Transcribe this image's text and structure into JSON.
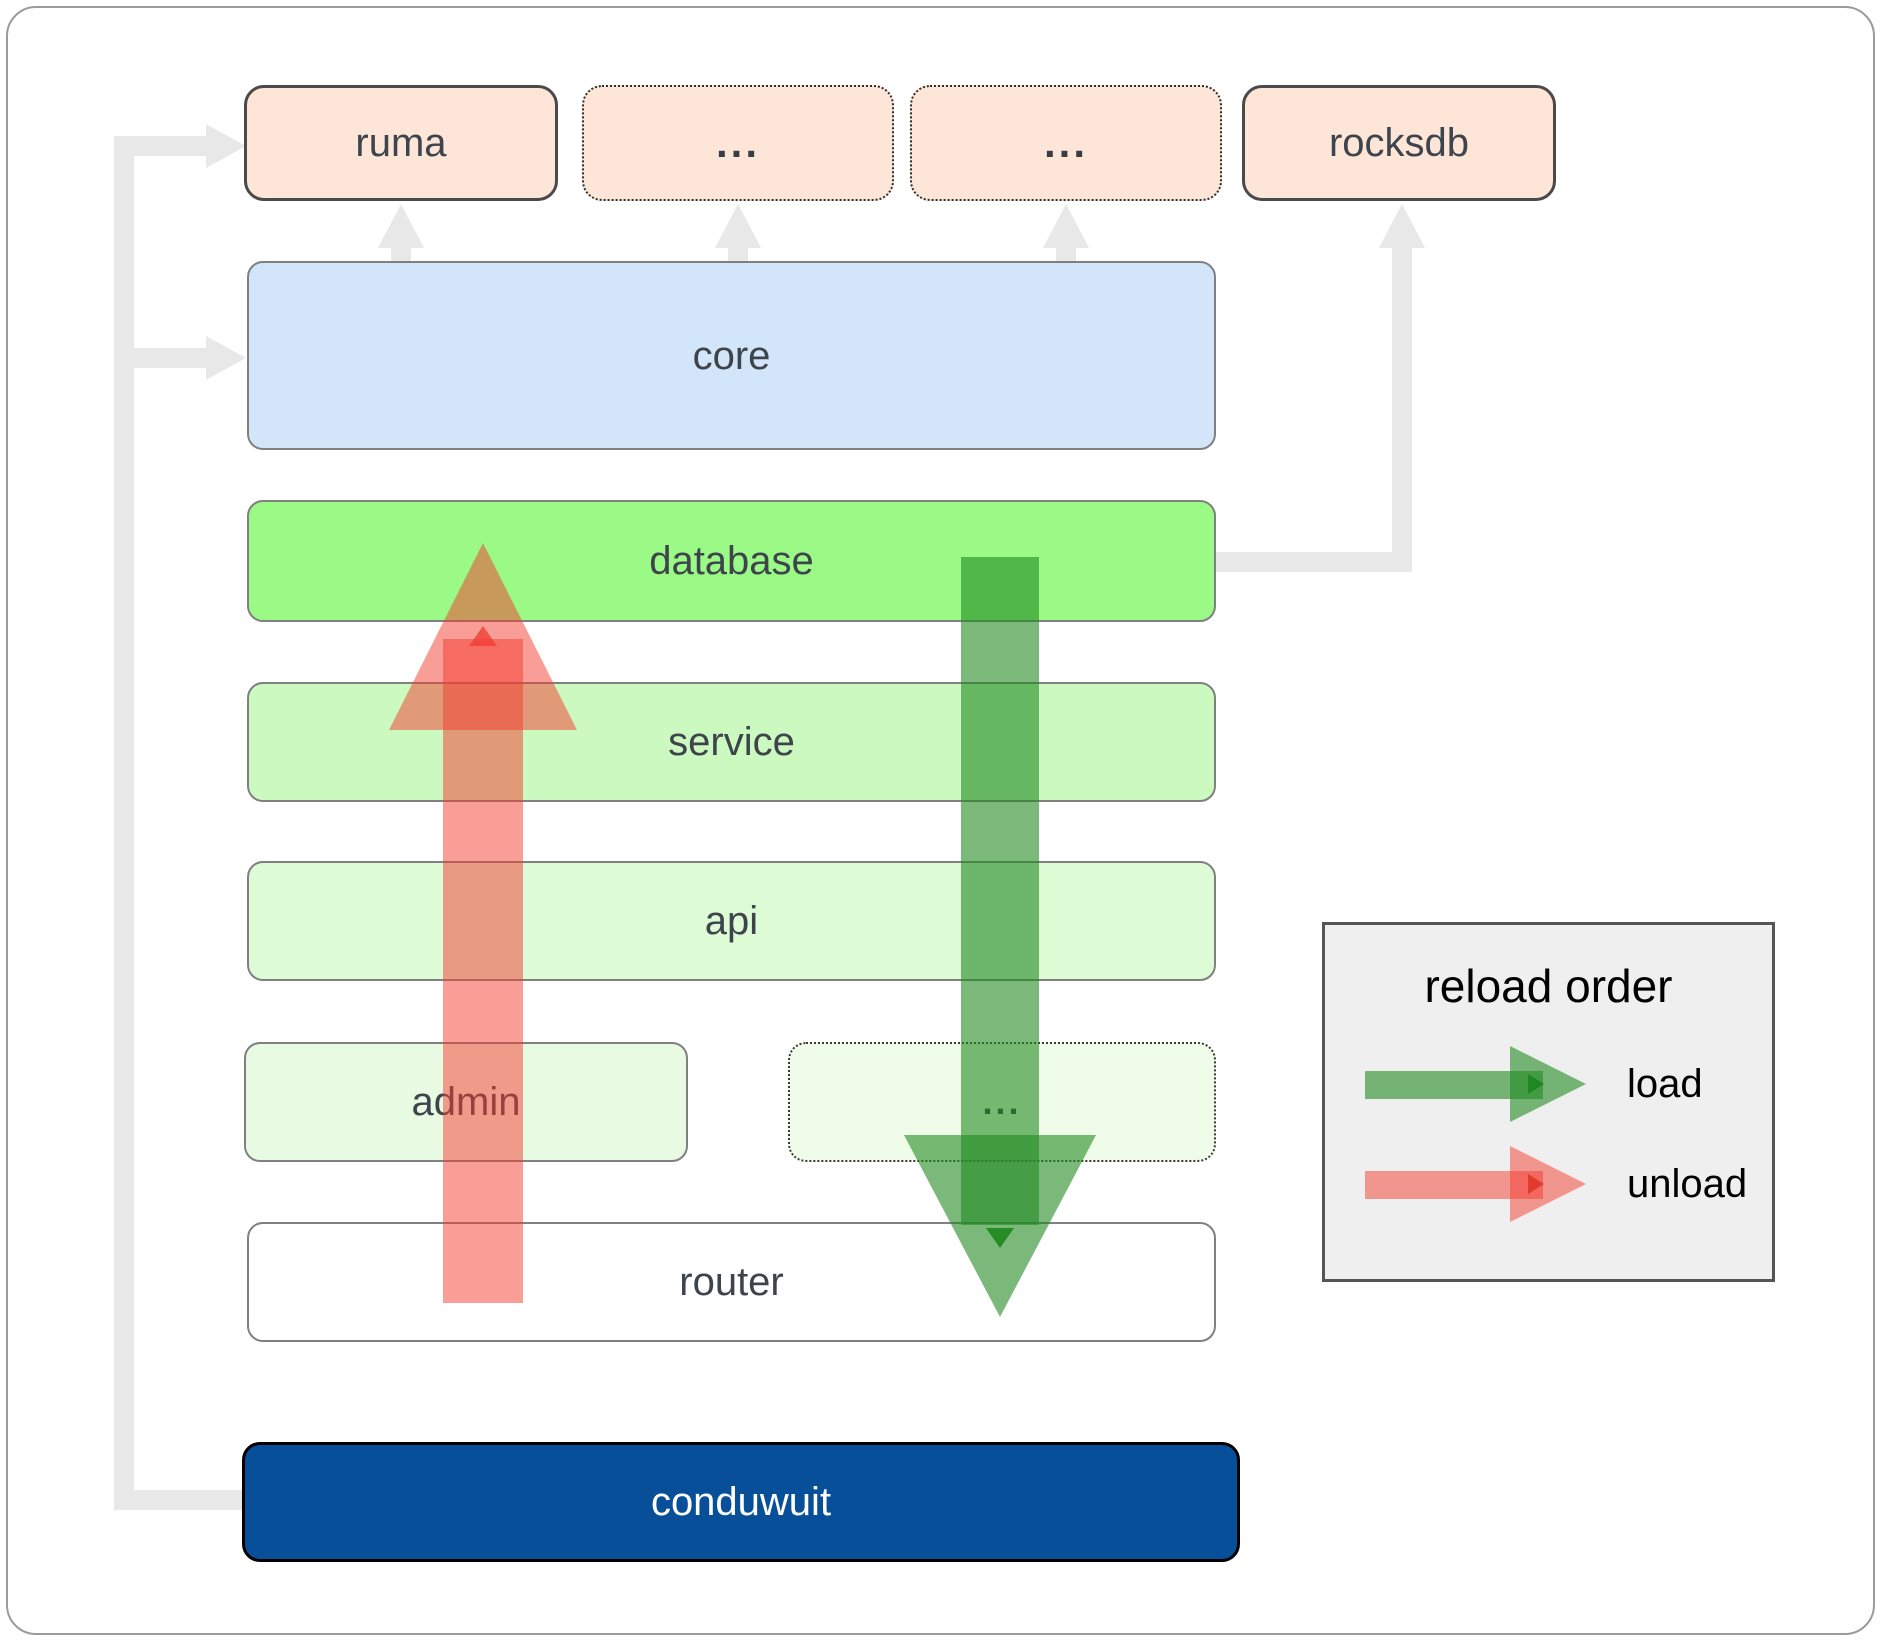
{
  "diagram": {
    "top_row": [
      {
        "label": "ruma",
        "border": "solid"
      },
      {
        "label": "...",
        "border": "dotted"
      },
      {
        "label": "...",
        "border": "dotted"
      },
      {
        "label": "rocksdb",
        "border": "solid"
      }
    ],
    "boxes": {
      "core": "core",
      "database": "database",
      "service": "service",
      "api": "api",
      "admin": "admin",
      "admin_more": "...",
      "router": "router",
      "app": "conduwuit"
    }
  },
  "legend": {
    "title": "reload order",
    "items": [
      {
        "label": "load",
        "color": "#228b22"
      },
      {
        "label": "unload",
        "color": "#f43c2f"
      }
    ]
  },
  "colors": {
    "peach_fill": "#fde6d8",
    "core_fill": "#d3e5f8",
    "database_fill": "#9bf986",
    "service_fill": "#ccf9c0",
    "api_fill": "#ddfbd4",
    "admin_fill": "#e9fae2",
    "admin_dotted_fill": "#effce9",
    "conduwuit_fill": "#084f99",
    "connector_gray": "#e8e8e8",
    "load_green": "rgba(34,139,34,0.6)",
    "unload_red": "rgba(244,60,47,0.5)",
    "legend_bg": "#efefef"
  }
}
